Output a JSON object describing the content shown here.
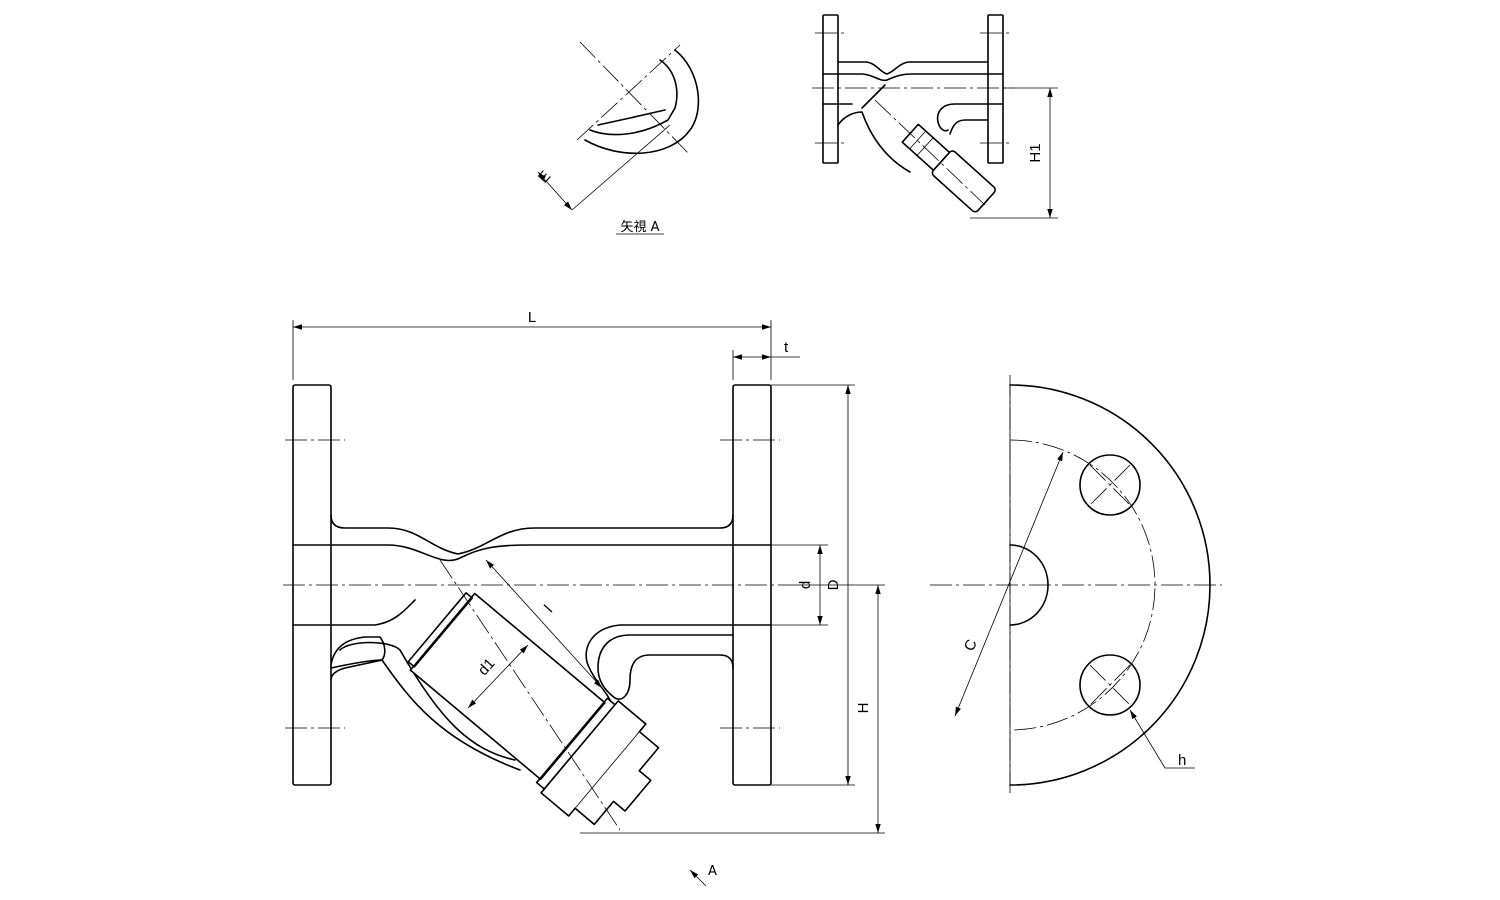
{
  "labels": {
    "L": "L",
    "t": "t",
    "D": "D",
    "d": "d",
    "H": "H",
    "l": "l",
    "d1": "d1",
    "H1": "H1",
    "E": "E",
    "C": "C",
    "h": "h",
    "arrow_a": "A",
    "view_a_caption": "矢視 A"
  },
  "colors": {
    "line": "#000000",
    "background": "#ffffff"
  }
}
